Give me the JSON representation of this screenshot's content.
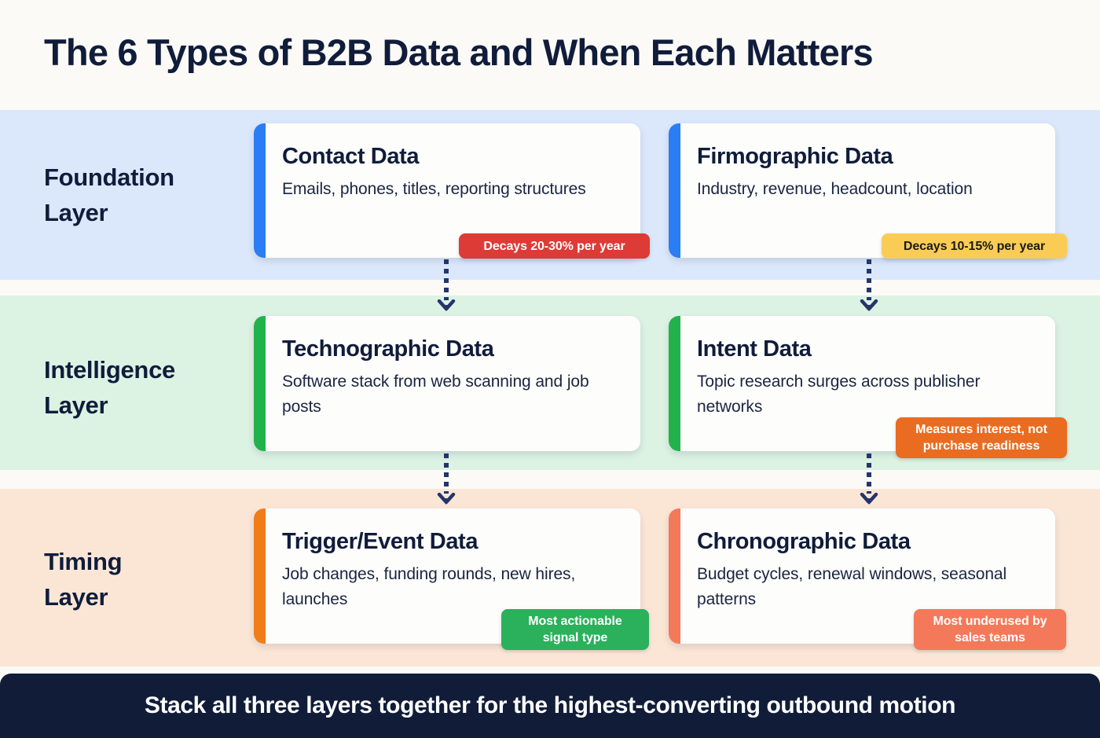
{
  "page": {
    "title": "The 6 Types of B2B Data and When Each Matters",
    "background_color": "#fbfaf7",
    "title_color": "#101c3a"
  },
  "layers": [
    {
      "id": "foundation",
      "label": "Foundation\nLayer",
      "label_line1": "Foundation",
      "label_line2": "Layer",
      "band_color": "#dbe8fb",
      "accent_color": "#2a7df4"
    },
    {
      "id": "intelligence",
      "label": "Intelligence\nLayer",
      "label_line1": "Intelligence",
      "label_line2": "Layer",
      "band_color": "#dcf2e3",
      "accent_color": "#22b24c"
    },
    {
      "id": "timing",
      "label": "Timing\nLayer",
      "label_line1": "Timing",
      "label_line2": "Layer",
      "band_color": "#fbe6d6",
      "accent_color": "#f07d18"
    }
  ],
  "cards": [
    {
      "id": "contact-data",
      "title": "Contact Data",
      "description": "Emails, phones, titles, reporting structures",
      "accent_color": "#2a7df4",
      "badge": {
        "text": "Decays 20-30% per year",
        "background": "#dd3b36",
        "text_color": "#ffffff"
      }
    },
    {
      "id": "firmographic-data",
      "title": "Firmographic Data",
      "description": "Industry, revenue, headcount, location",
      "accent_color": "#2a7df4",
      "badge": {
        "text": "Decays 10-15% per year",
        "background": "#fbcc55",
        "text_color": "#1b1b16"
      }
    },
    {
      "id": "technographic-data",
      "title": "Technographic Data",
      "description": "Software stack from web scanning and job posts",
      "accent_color": "#22b24c",
      "badge": null
    },
    {
      "id": "intent-data",
      "title": "Intent Data",
      "description": "Topic research surges across publisher networks",
      "accent_color": "#22b24c",
      "badge": {
        "text": "Measures interest, not purchase readiness",
        "background": "#ea6c20",
        "text_color": "#ffffff"
      }
    },
    {
      "id": "trigger-event-data",
      "title": "Trigger/Event Data",
      "description": "Job changes, funding rounds, new hires, launches",
      "accent_color": "#f07d18",
      "badge": {
        "text": "Most actionable signal type",
        "background": "#2bb05b",
        "text_color": "#ffffff"
      }
    },
    {
      "id": "chronographic-data",
      "title": "Chronographic Data",
      "description": "Budget cycles, renewal windows, seasonal patterns",
      "accent_color": "#f3795a",
      "badge": {
        "text": "Most underused by sales teams",
        "background": "#f3795a",
        "text_color": "#ffffff"
      }
    }
  ],
  "connectors": {
    "style": "dotted-down-arrow",
    "color": "#24356b",
    "count": 4
  },
  "footer": {
    "text": "Stack all three layers together for the highest-converting outbound motion",
    "background": "#111d38",
    "text_color": "#ffffff"
  }
}
